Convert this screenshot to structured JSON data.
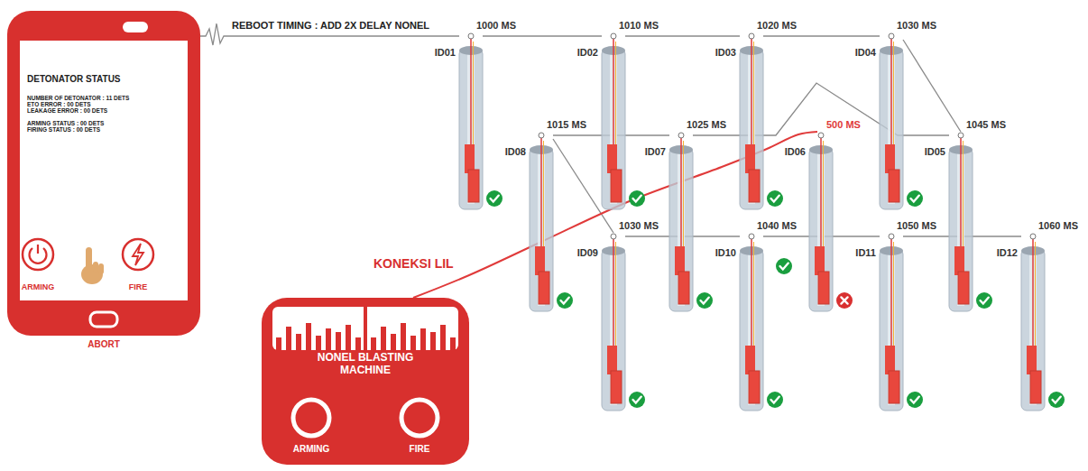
{
  "diagram": {
    "nodes": [
      {
        "text": [
          "DETONATOR STATUS",
          "NUMBER OF DETONATOR : 11 DETS",
          "ETO ERROR : 00 DETS",
          "LEAKAGE ERROR : 00 DETS",
          "ARMING STATUS : 00 DETS",
          "FIRING STATUS : 00 DETS",
          "ARMING",
          "FIRE",
          "ABORT"
        ]
      },
      {
        "text": [
          "1000 MS",
          "ID01"
        ]
      },
      {
        "text": [
          "1010 MS",
          "ID02"
        ]
      },
      {
        "text": [
          "1020 MS",
          "ID03"
        ]
      },
      {
        "text": [
          "1030 MS",
          "ID04"
        ]
      },
      {
        "text": [
          "1015 MS",
          "ID08"
        ]
      },
      {
        "text": [
          "1025 MS",
          "ID07"
        ]
      },
      {
        "text": [
          "500 MS",
          "ID06"
        ]
      },
      {
        "text": [
          "1045 MS",
          "ID05"
        ]
      },
      {
        "text": [
          "1030 MS",
          "ID09"
        ]
      },
      {
        "text": [
          "1040 MS",
          "ID10"
        ]
      },
      {
        "text": [
          "1050 MS",
          "ID11"
        ]
      },
      {
        "text": [
          "1060 MS",
          "ID12"
        ]
      },
      {
        "text": [
          "NONEL BLASTING MACHINE",
          "ARMING",
          "FIRE"
        ]
      }
    ],
    "edges": [
      {
        "from": 0,
        "to": 1,
        "label": "REBOOT TIMING : ADD 2X DELAY NONEL",
        "arrow": "none"
      },
      {
        "from": 1,
        "to": 2,
        "arrow": "none"
      },
      {
        "from": 2,
        "to": 3,
        "arrow": "none"
      },
      {
        "from": 3,
        "to": 4,
        "arrow": "none"
      },
      {
        "from": 4,
        "to": 8,
        "arrow": "none"
      },
      {
        "from": 5,
        "to": 6,
        "arrow": "none"
      },
      {
        "from": 6,
        "to": 8,
        "arrow": "none"
      },
      {
        "from": 5,
        "to": 9,
        "arrow": "none"
      },
      {
        "from": 9,
        "to": 10,
        "arrow": "none"
      },
      {
        "from": 10,
        "to": 11,
        "arrow": "none"
      },
      {
        "from": 11,
        "to": 12,
        "arrow": "none"
      },
      {
        "from": 13,
        "to": 7,
        "label": "KONEKSI LIL",
        "arrow": "none"
      }
    ]
  }
}
